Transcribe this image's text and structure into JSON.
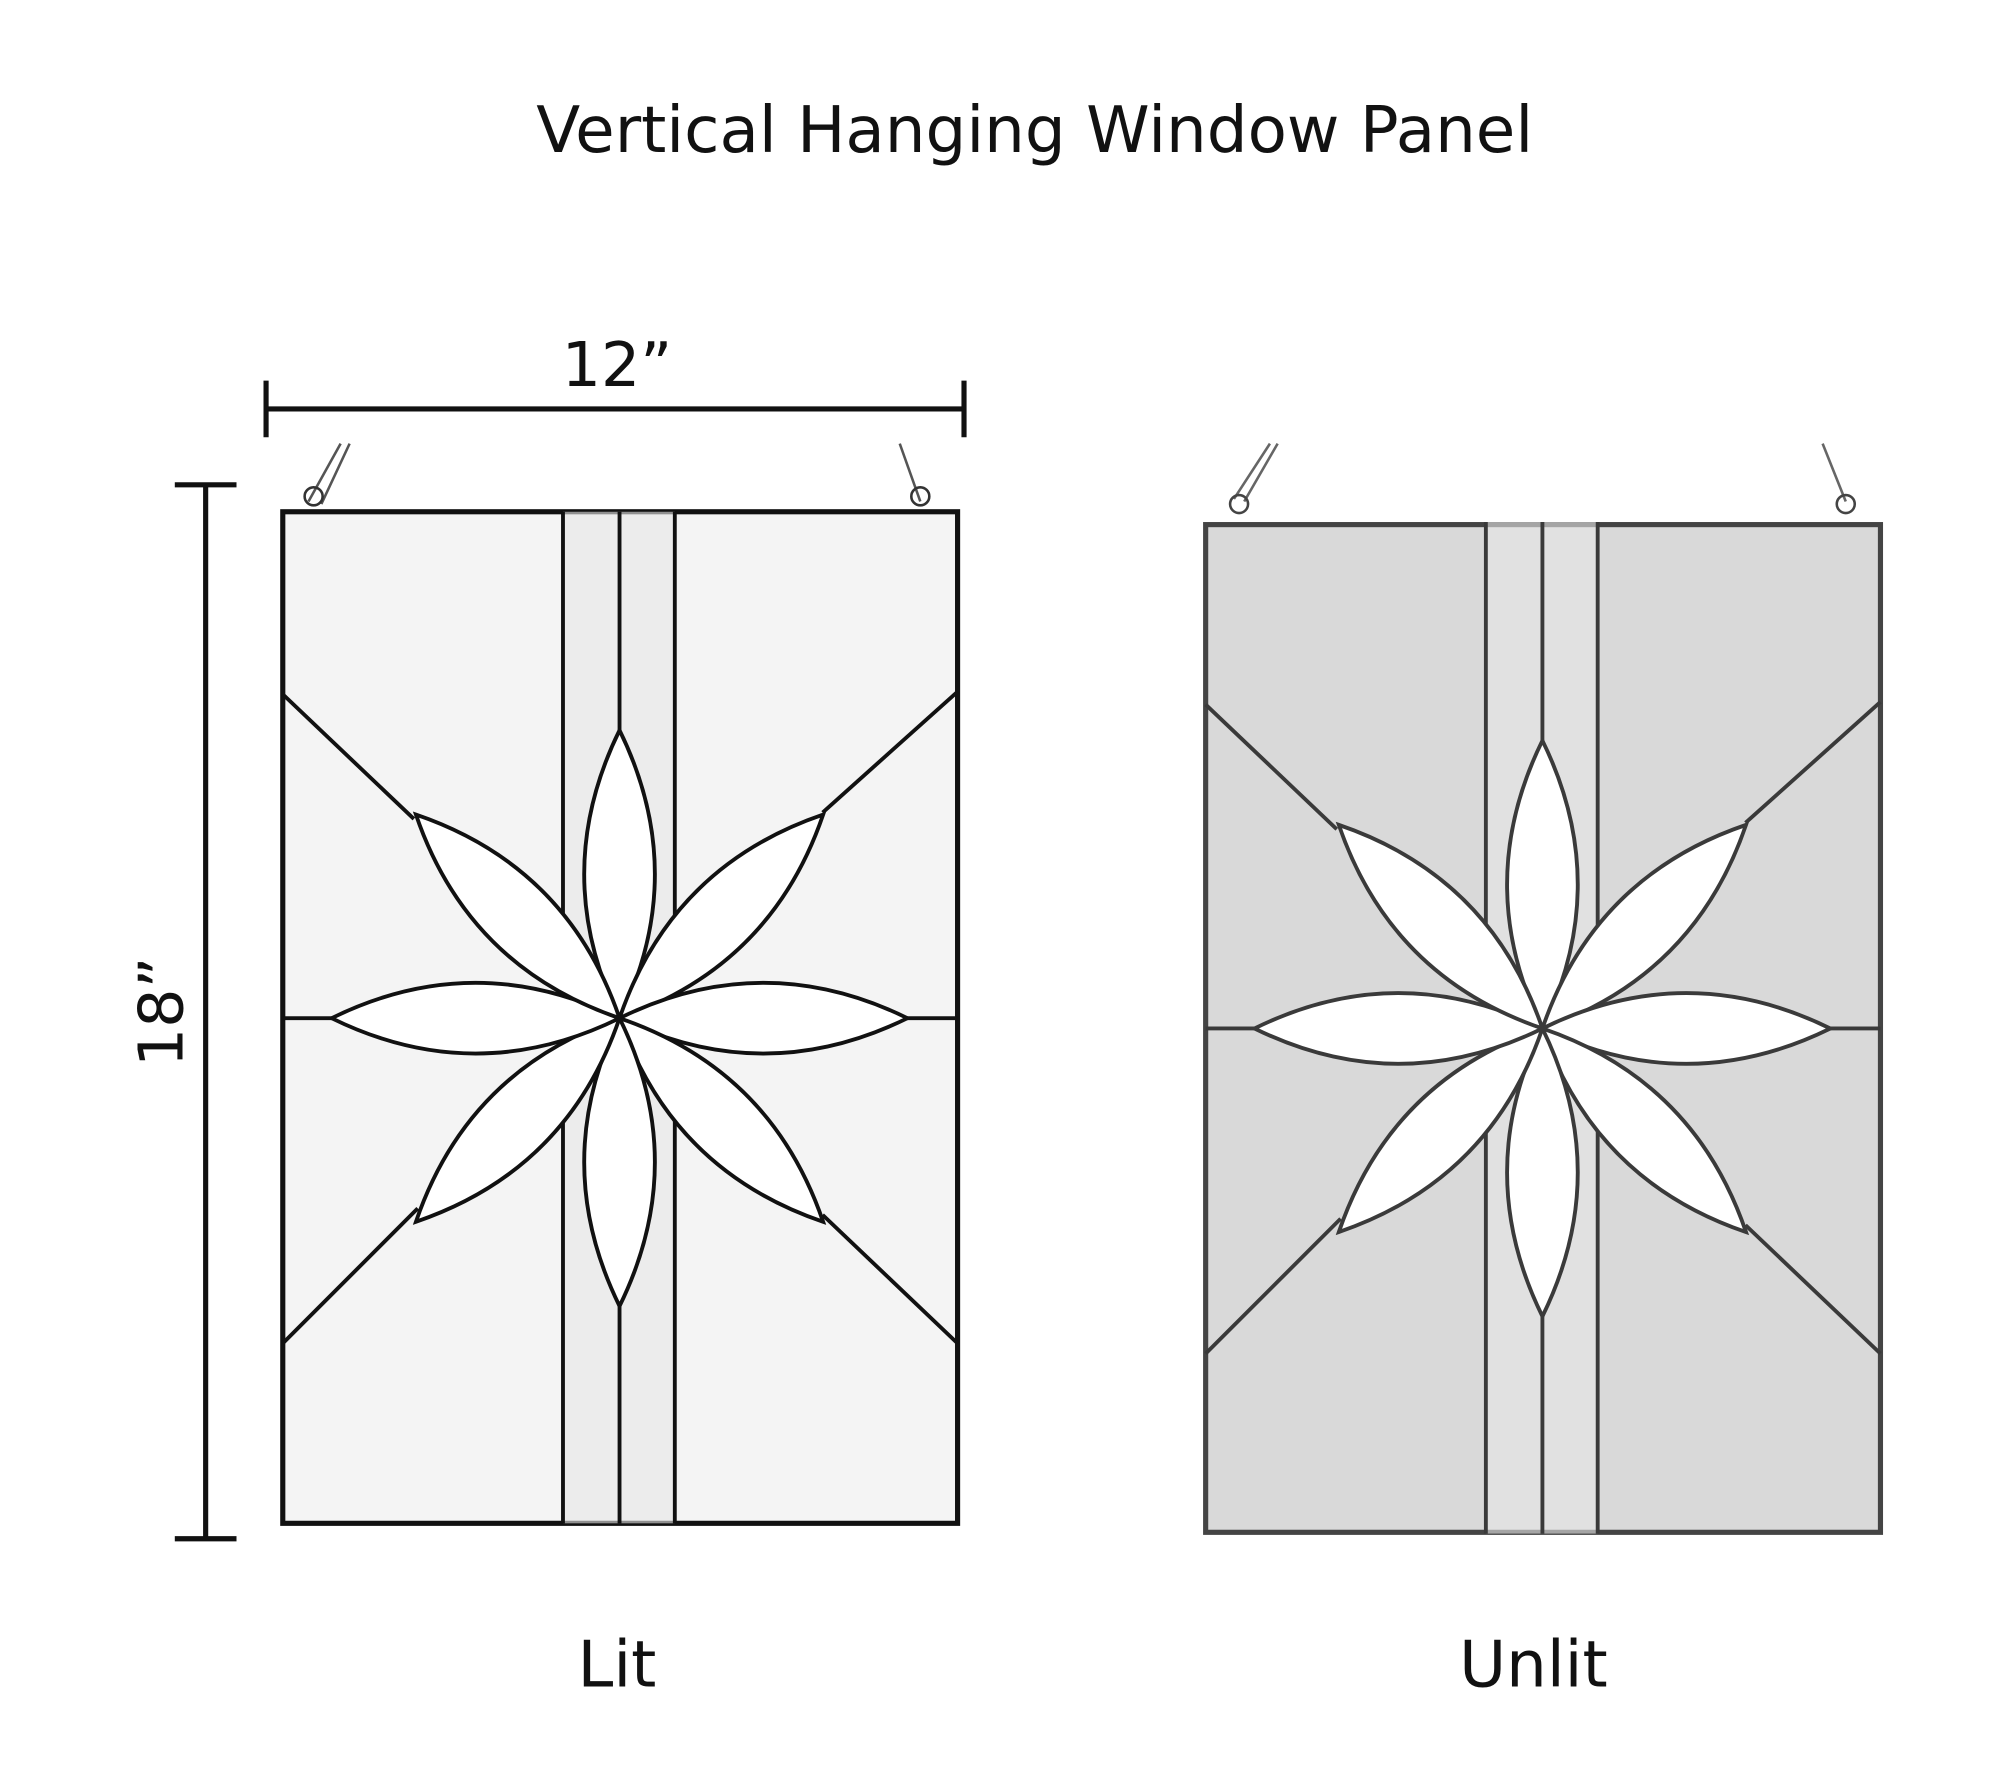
{
  "title": "Vertical Hanging Window Panel",
  "dimensions": {
    "width_label": "12”",
    "height_label": "18”"
  },
  "panels": [
    {
      "label": "Lit",
      "glass_color": "#f4f4f4",
      "lead_color": "#111111"
    },
    {
      "label": "Unlit",
      "glass_color": "#d9d9d9",
      "lead_color": "#3a3a3a"
    }
  ]
}
